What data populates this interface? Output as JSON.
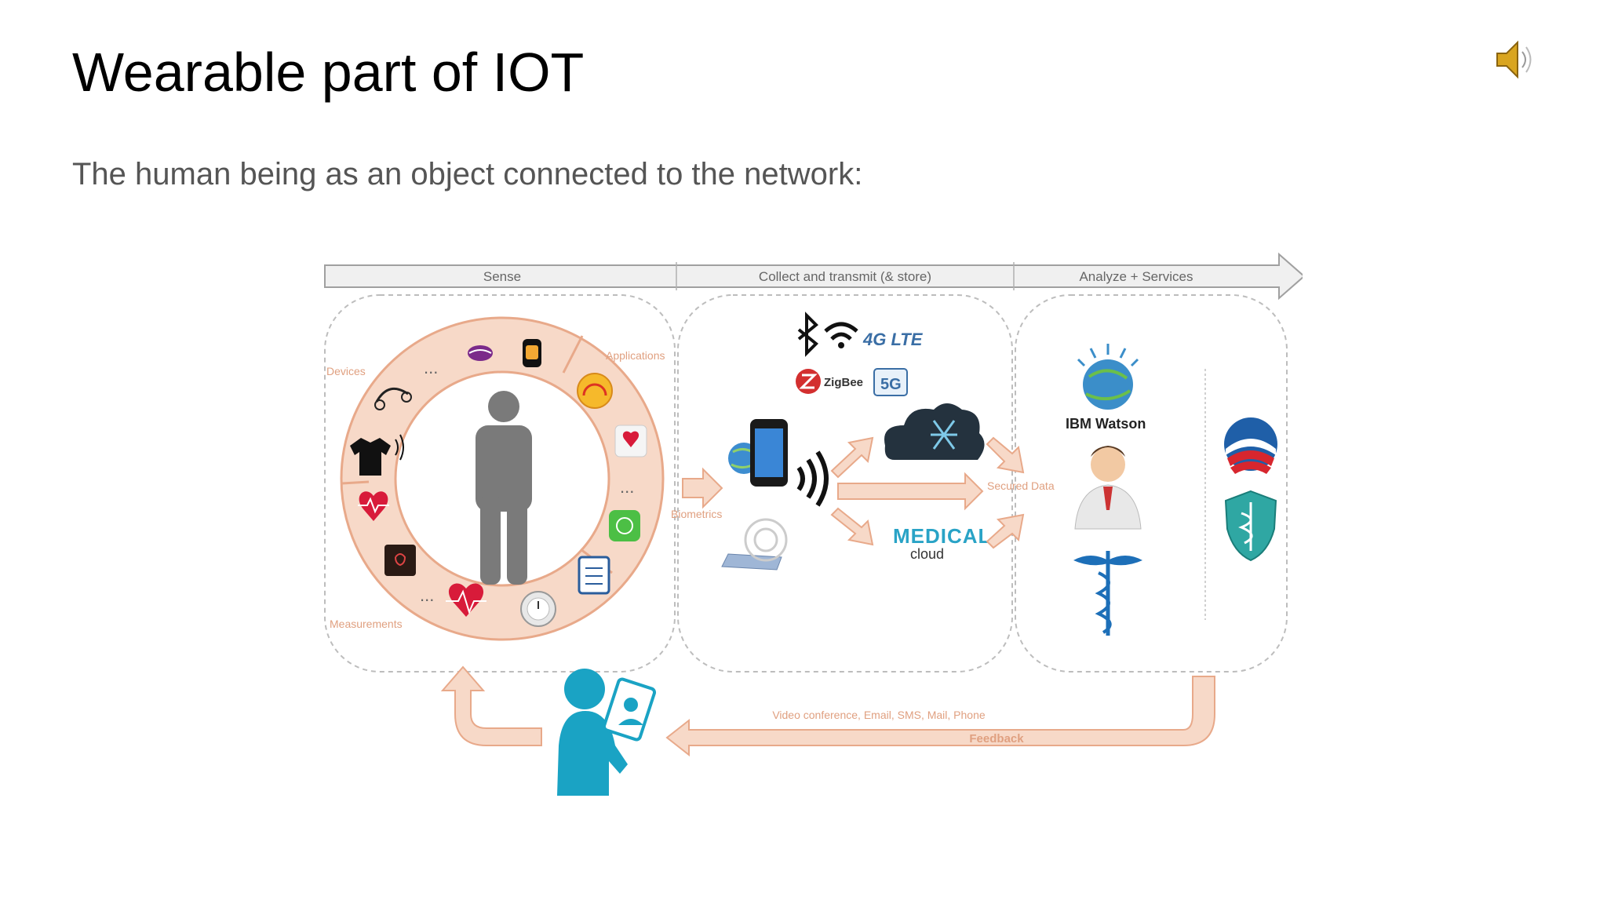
{
  "slide": {
    "title": "Wearable part of IOT",
    "subtitle": "The human being as an object connected to the network:"
  },
  "header_bar": {
    "sense": "Sense",
    "collect": "Collect and transmit (& store)",
    "analyze": "Analyze + Services"
  },
  "ring_labels": {
    "devices": "Devices",
    "applications": "Applications",
    "measurements": "Measurements",
    "ellipsis": "..."
  },
  "collect": {
    "protocols": {
      "lte": "4G LTE",
      "zigbee": "ZigBee",
      "fiveg": "5G"
    },
    "biometrics": "Biometrics",
    "medical": "MEDICAL",
    "cloud": "cloud"
  },
  "analyze": {
    "secured_data": "Secured Data",
    "watson": "IBM Watson"
  },
  "feedback": {
    "channels": "Video conference, Email, SMS, Mail, Phone",
    "label": "Feedback"
  },
  "colors": {
    "peach": "#f7d9c8",
    "peach_stroke": "#e8a98a",
    "arrow_text": "#e0a080",
    "person_gray": "#7a7a7a",
    "teal_person": "#1aa3c4",
    "dashed": "#bdbdbd"
  },
  "icons": [
    "speaker-icon",
    "human-figure-icon",
    "smartwatch-icon",
    "lips-icon",
    "tshirt-icon",
    "heart-monitor-icon",
    "scale-icon",
    "heartbeat-icon",
    "stopwatch-icon",
    "checklist-icon",
    "health-app-icon",
    "gauge-icon",
    "bluetooth-icon",
    "wifi-icon",
    "smartphone-icon",
    "router-icon",
    "cloud-icon",
    "doctor-icon",
    "caduceus-icon",
    "globe-icon",
    "shield-icon",
    "patient-tablet-icon"
  ]
}
